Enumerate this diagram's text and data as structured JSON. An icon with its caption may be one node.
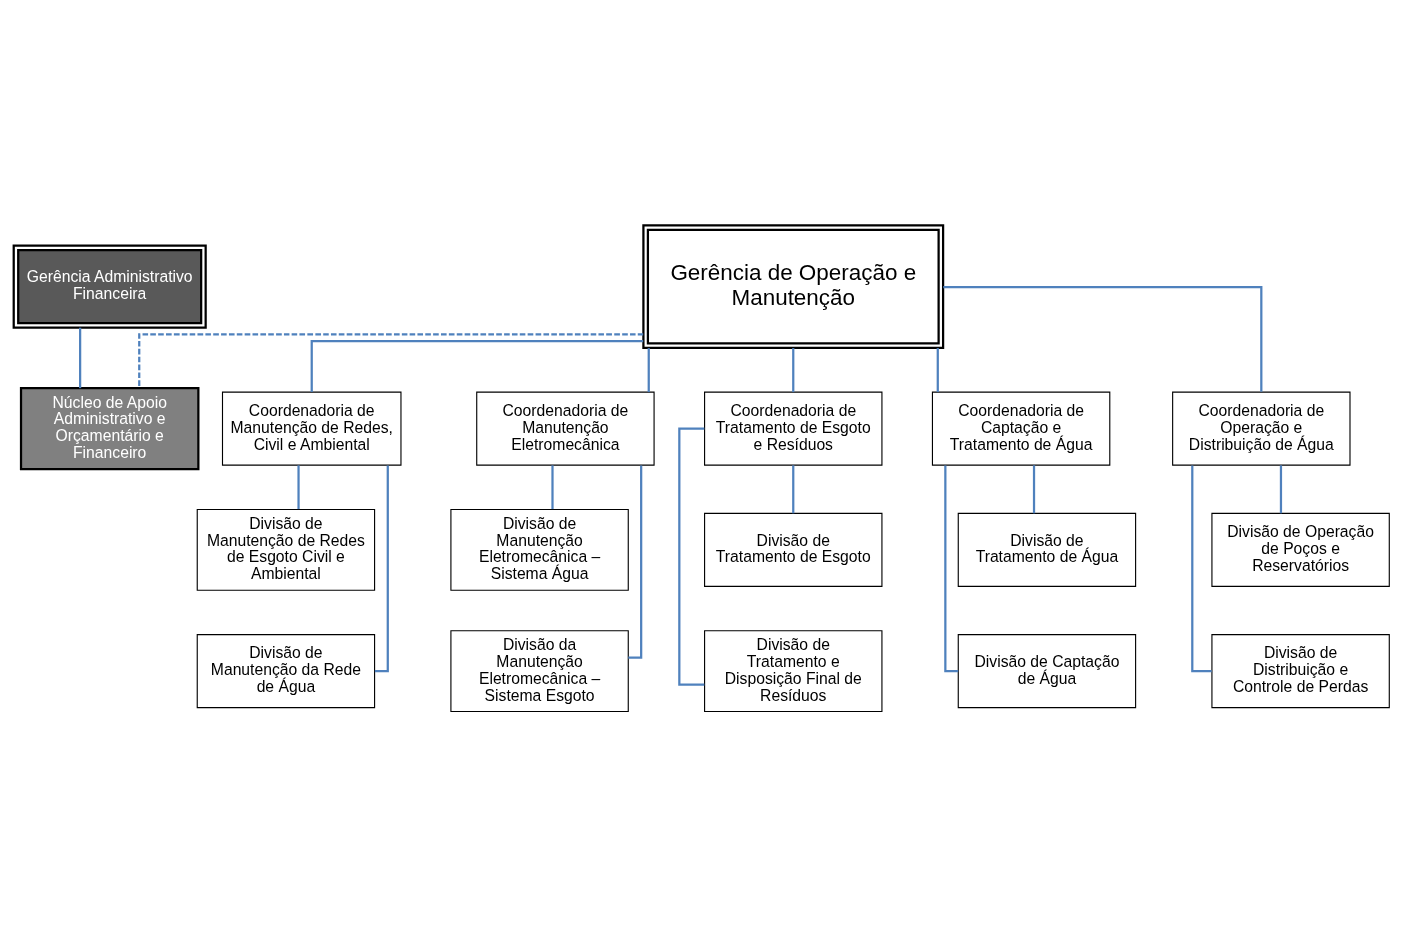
{
  "diagram": {
    "nodes": [
      {
        "text": [
          "Gerência de Operação e Manutenção"
        ]
      },
      {
        "text": [
          "Gerência Administrativo Financeira"
        ]
      },
      {
        "text": [
          "Núcleo de Apoio Administrativo e Orçamentário e Financeiro"
        ]
      },
      {
        "text": [
          "Coordenadoria de Manutenção de Redes, Civil e Ambiental"
        ]
      },
      {
        "text": [
          "Coordenadoria de Manutenção Eletromecânica"
        ]
      },
      {
        "text": [
          "Coordenadoria de Tratamento de Esgoto e Resíduos"
        ]
      },
      {
        "text": [
          "Coordenadoria de Captação e Tratamento de Água"
        ]
      },
      {
        "text": [
          "Coordenadoria de Operação e Distribuição de Água"
        ]
      },
      {
        "text": [
          "Divisão de Manutenção de Redes de Esgoto Civil e Ambiental"
        ]
      },
      {
        "text": [
          "Divisão de Manutenção da Rede de Água"
        ]
      },
      {
        "text": [
          "Divisão de Manutenção Eletromecânica – Sistema Água"
        ]
      },
      {
        "text": [
          "Divisão da Manutenção Eletromecânica – Sistema Esgoto"
        ]
      },
      {
        "text": [
          "Divisão de Tratamento de Esgoto"
        ]
      },
      {
        "text": [
          "Divisão de Tratamento e Disposição Final de Resíduos"
        ]
      },
      {
        "text": [
          "Divisão de Tratamento de Água"
        ]
      },
      {
        "text": [
          "Divisão de Captação de Água"
        ]
      },
      {
        "text": [
          "Divisão de Operação de Poços e Reservatórios"
        ]
      },
      {
        "text": [
          "Divisão de Distribuição e Controle de Perdas"
        ]
      }
    ],
    "edges": [
      {
        "from": 1,
        "to": 2,
        "arrow": "none"
      },
      {
        "from": 0,
        "to": 2,
        "arrow": "none",
        "style": "dashed"
      },
      {
        "from": 0,
        "to": 3,
        "arrow": "none"
      },
      {
        "from": 0,
        "to": 4,
        "arrow": "none"
      },
      {
        "from": 0,
        "to": 5,
        "arrow": "none"
      },
      {
        "from": 0,
        "to": 6,
        "arrow": "none"
      },
      {
        "from": 0,
        "to": 7,
        "arrow": "none"
      },
      {
        "from": 3,
        "to": 8,
        "arrow": "none"
      },
      {
        "from": 3,
        "to": 9,
        "arrow": "none"
      },
      {
        "from": 4,
        "to": 10,
        "arrow": "none"
      },
      {
        "from": 4,
        "to": 11,
        "arrow": "none"
      },
      {
        "from": 5,
        "to": 12,
        "arrow": "none"
      },
      {
        "from": 5,
        "to": 13,
        "arrow": "none"
      },
      {
        "from": 6,
        "to": 14,
        "arrow": "none"
      },
      {
        "from": 6,
        "to": 15,
        "arrow": "none"
      },
      {
        "from": 7,
        "to": 16,
        "arrow": "none"
      },
      {
        "from": 7,
        "to": 17,
        "arrow": "none"
      }
    ]
  }
}
